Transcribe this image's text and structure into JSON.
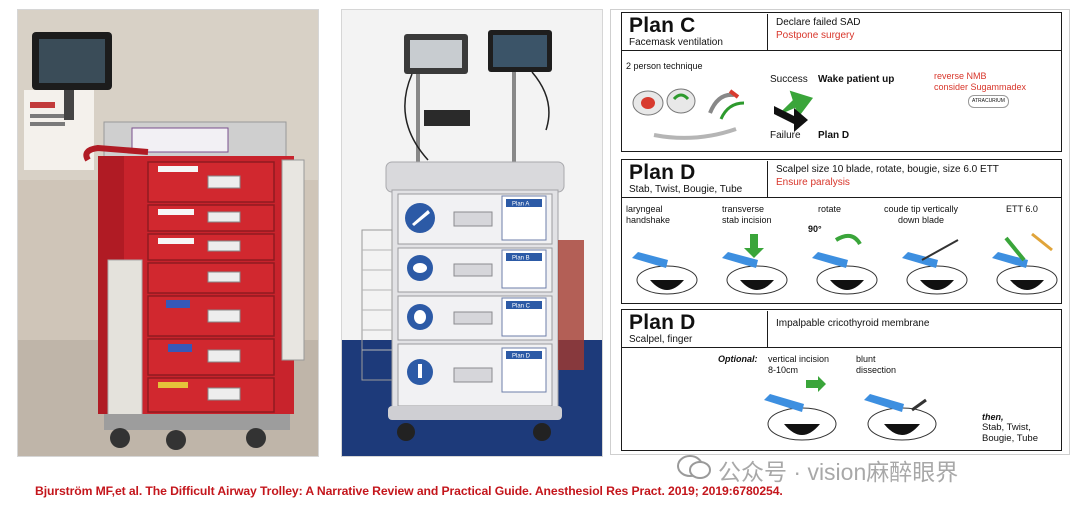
{
  "photos": {
    "left_alt": "red airway trolley",
    "middle_alt": "grey airway trolley with monitors"
  },
  "trolley_labels": {
    "plan_a": "Plan A",
    "plan_b": "Plan B",
    "plan_c": "Plan C",
    "plan_d": "Plan D"
  },
  "plan_c": {
    "title": "Plan C",
    "subtitle": "Facemask ventilation",
    "line1": "Declare failed SAD",
    "line2": "Postpone surgery",
    "technique": "2 person technique",
    "success": "Success",
    "wake": "Wake patient up",
    "failure": "Failure",
    "plan_d": "Plan D",
    "reverse": "reverse NMB",
    "consider": "consider Sugammadex",
    "badge": "ATRACURIUM"
  },
  "plan_d1": {
    "title": "Plan D",
    "subtitle": "Stab, Twist, Bougie, Tube",
    "line1": "Scalpel size 10 blade, rotate, bougie, size 6.0 ETT",
    "line2": "Ensure paralysis",
    "steps": [
      "laryngeal\nhandshake",
      "transverse\nstab incision",
      "rotate",
      "coude tip vertically\ndown blade",
      "ETT 6.0"
    ],
    "angle": "90°"
  },
  "plan_d2": {
    "title": "Plan D",
    "subtitle": "Scalpel, finger",
    "line1": "Impalpable cricothyroid membrane",
    "optional": "Optional:",
    "incision": "vertical incision",
    "incision_size": "8-10cm",
    "blunt": "blunt",
    "dissection": "dissection",
    "then": "then,",
    "then_steps": [
      "Stab, Twist,",
      "Bougie, Tube"
    ]
  },
  "citation": "Bjurström MF,et al. The Difficult Airway Trolley: A Narrative Review and Practical Guide. Anesthesiol Res Pract. 2019; 2019:6780254.",
  "watermark": "公众号 · vision麻醉眼界",
  "colors": {
    "citation": "#c4161c",
    "trolley_red": "#c8232c",
    "accent_red": "#d8352a",
    "success_green": "#3aa53a",
    "glove_blue": "#3d8fe0"
  }
}
